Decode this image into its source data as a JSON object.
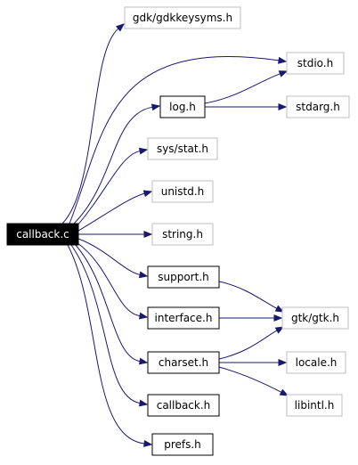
{
  "graph": {
    "nodes": [
      {
        "id": "callback_c",
        "label": "callback.c",
        "kind": "root"
      },
      {
        "id": "gdkkeysyms",
        "label": "gdk/gdkkeysyms.h",
        "kind": "external"
      },
      {
        "id": "stdio",
        "label": "stdio.h",
        "kind": "external"
      },
      {
        "id": "log",
        "label": "log.h",
        "kind": "documented"
      },
      {
        "id": "stdarg",
        "label": "stdarg.h",
        "kind": "external"
      },
      {
        "id": "sys_stat",
        "label": "sys/stat.h",
        "kind": "external"
      },
      {
        "id": "unistd",
        "label": "unistd.h",
        "kind": "external"
      },
      {
        "id": "string",
        "label": "string.h",
        "kind": "external"
      },
      {
        "id": "support",
        "label": "support.h",
        "kind": "documented"
      },
      {
        "id": "interface",
        "label": "interface.h",
        "kind": "documented"
      },
      {
        "id": "gtk",
        "label": "gtk/gtk.h",
        "kind": "external"
      },
      {
        "id": "charset",
        "label": "charset.h",
        "kind": "documented"
      },
      {
        "id": "locale",
        "label": "locale.h",
        "kind": "external"
      },
      {
        "id": "libintl",
        "label": "libintl.h",
        "kind": "external"
      },
      {
        "id": "callback_h",
        "label": "callback.h",
        "kind": "documented"
      },
      {
        "id": "prefs",
        "label": "prefs.h",
        "kind": "documented"
      }
    ],
    "edges": [
      {
        "from": "callback_c",
        "to": "gdkkeysyms"
      },
      {
        "from": "callback_c",
        "to": "stdio"
      },
      {
        "from": "callback_c",
        "to": "log"
      },
      {
        "from": "callback_c",
        "to": "sys_stat"
      },
      {
        "from": "callback_c",
        "to": "unistd"
      },
      {
        "from": "callback_c",
        "to": "string"
      },
      {
        "from": "callback_c",
        "to": "support"
      },
      {
        "from": "callback_c",
        "to": "interface"
      },
      {
        "from": "callback_c",
        "to": "charset"
      },
      {
        "from": "callback_c",
        "to": "callback_h"
      },
      {
        "from": "callback_c",
        "to": "prefs"
      },
      {
        "from": "log",
        "to": "stdio"
      },
      {
        "from": "log",
        "to": "stdarg"
      },
      {
        "from": "support",
        "to": "gtk"
      },
      {
        "from": "interface",
        "to": "gtk"
      },
      {
        "from": "charset",
        "to": "gtk"
      },
      {
        "from": "charset",
        "to": "locale"
      },
      {
        "from": "charset",
        "to": "libintl"
      }
    ]
  },
  "colors": {
    "edge": "#191970",
    "external_border": "#bfbfbf",
    "documented_border": "#000000",
    "root_fill": "#000000",
    "root_text": "#ffffff"
  }
}
